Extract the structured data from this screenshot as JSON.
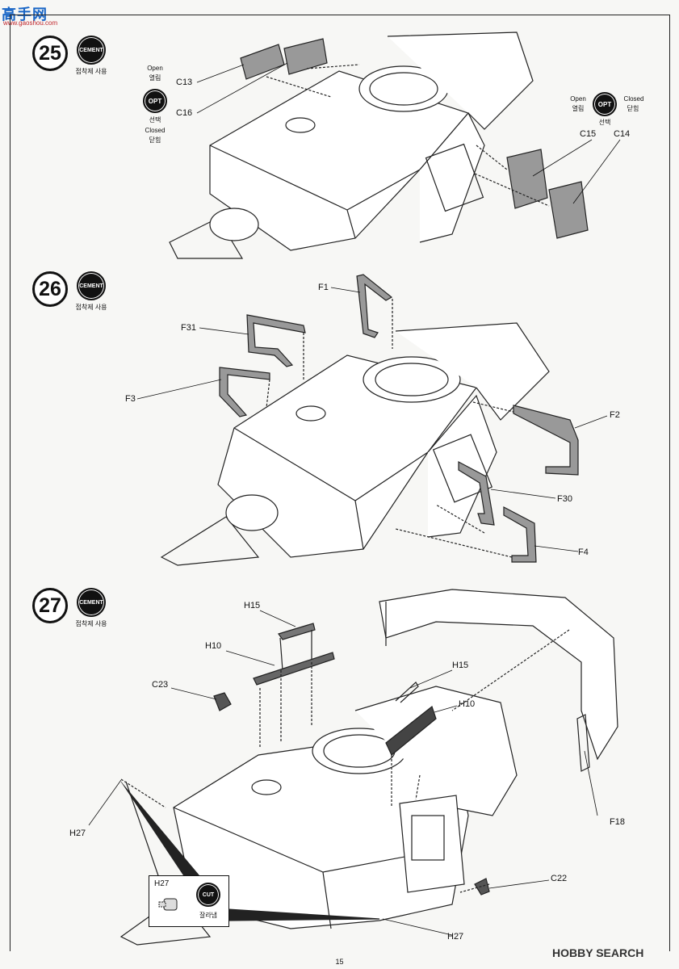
{
  "header": {
    "site_logo": "高手网",
    "site_url": "www.gaoshou.com"
  },
  "steps": [
    {
      "number": "25",
      "cement_badge": "CEMENT",
      "cement_caption": "접착제 사용",
      "opt_left": {
        "open_en": "Open",
        "open_ko": "열림",
        "badge": "OPT",
        "choice_ko": "선택",
        "closed_en": "Closed",
        "closed_ko": "닫힘"
      },
      "opt_right": {
        "open_en": "Open",
        "open_ko": "열림",
        "badge": "OPT",
        "choice_ko": "선택",
        "closed_en": "Closed",
        "closed_ko": "닫힘"
      },
      "parts": [
        "C13",
        "C16",
        "C15",
        "C14"
      ]
    },
    {
      "number": "26",
      "cement_badge": "CEMENT",
      "cement_caption": "접착제 사용",
      "parts": [
        "F1",
        "F31",
        "F3",
        "F2",
        "F30",
        "F4"
      ]
    },
    {
      "number": "27",
      "cement_badge": "CEMENT",
      "cement_caption": "접착제 사용",
      "parts": [
        "H15",
        "H10",
        "C23",
        "H15",
        "H10",
        "H27",
        "F18",
        "C22",
        "H27"
      ],
      "cut_callout": {
        "part": "H27",
        "badge": "CUT",
        "caption": "잘라냄"
      }
    }
  ],
  "footer": {
    "page_number": "15",
    "watermark": "HOBBY SEARCH"
  }
}
